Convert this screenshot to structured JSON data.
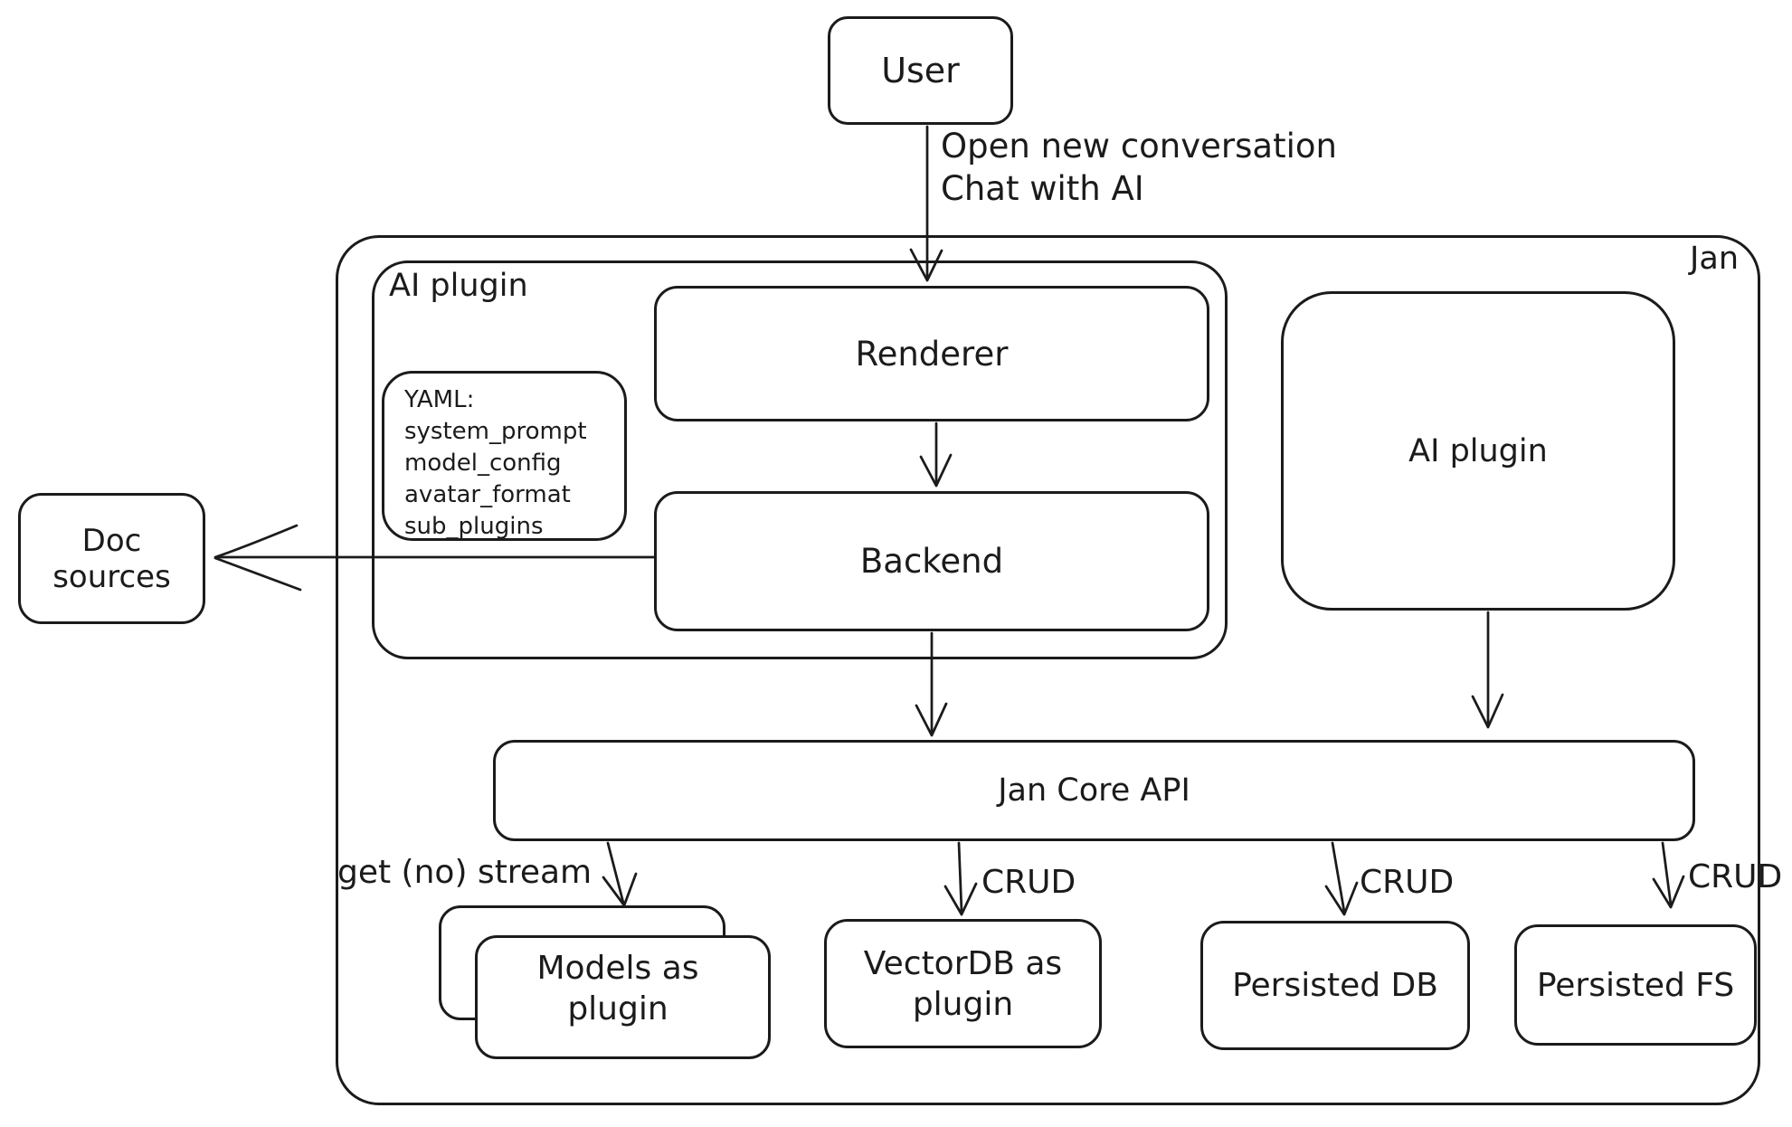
{
  "title": "Jan architecture diagram",
  "colors": {
    "stroke": "#1b1b1b",
    "canvas": "#ffffff"
  },
  "nodes": {
    "user": "User",
    "jan_container": "Jan",
    "ai_plugin_container": "AI plugin",
    "renderer": "Renderer",
    "backend": "Backend",
    "yaml_note": "YAML:\nsystem_prompt\nmodel_config\navatar_format\nsub_plugins",
    "doc_sources": "Doc sources",
    "ai_plugin_right": "AI plugin",
    "jan_core_api": "Jan Core API",
    "models_plugin": "Models as\nplugin",
    "vectordb_plugin": "VectorDB as\nplugin",
    "persisted_db": "Persisted DB",
    "persisted_fs": "Persisted FS"
  },
  "edge_labels": {
    "user_flow": "Open new conversation\nChat with AI",
    "get_no_stream": "get (no) stream",
    "crud_vectordb": "CRUD",
    "crud_persisted_db": "CRUD",
    "crud_persisted_fs": "CRUD"
  }
}
